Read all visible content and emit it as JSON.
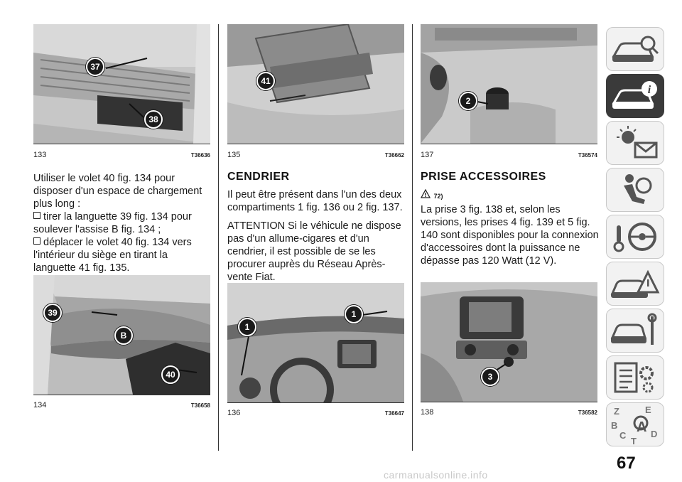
{
  "figures": [
    {
      "num": "133",
      "code": "T36636",
      "callouts": [
        "37",
        "38"
      ]
    },
    {
      "num": "134",
      "code": "T36658",
      "callouts": [
        "39",
        "B",
        "40"
      ]
    },
    {
      "num": "135",
      "code": "T36662",
      "callouts": [
        "41"
      ]
    },
    {
      "num": "136",
      "code": "T36647",
      "callouts": [
        "1",
        "1"
      ]
    },
    {
      "num": "137",
      "code": "T36574",
      "callouts": [
        "2"
      ]
    },
    {
      "num": "138",
      "code": "T36582",
      "callouts": [
        "3"
      ]
    }
  ],
  "col1": {
    "intro": "Utiliser le volet 40 fig. 134 pour disposer d'un espace de chargement plus long :",
    "bullet1": "tirer la languette 39 fig. 134 pour soulever l'assise B fig. 134 ;",
    "bullet2": "déplacer le volet 40 fig. 134 vers l'intérieur du siège en tirant la languette 41 fig. 135."
  },
  "col2": {
    "heading": "CENDRIER",
    "para1": "Il peut être présent dans l'un des deux compartiments 1 fig. 136 ou 2 fig. 137.",
    "para2": "ATTENTION Si le véhicule ne dispose pas d'un allume-cigares et d'un cendrier, il est possible de se les procurer auprès du Réseau Après-vente Fiat."
  },
  "col3": {
    "heading": "PRISE ACCESSOIRES",
    "warning_ref": "72)",
    "para1": "La prise 3 fig. 138 et, selon les versions, les prises 4 fig. 139 et 5 fig. 140 sont disponibles pour la connexion d'accessoires dont la puissance ne dépasse pas 120 Watt (12 V)."
  },
  "sidebar_tabs": [
    {
      "icon": "car-search-icon",
      "active": false
    },
    {
      "icon": "car-info-icon",
      "active": true
    },
    {
      "icon": "warning-lights-message-icon",
      "active": false
    },
    {
      "icon": "seat-airbag-icon",
      "active": false
    },
    {
      "icon": "key-steering-wheel-icon",
      "active": false
    },
    {
      "icon": "car-breakdown-icon",
      "active": false
    },
    {
      "icon": "car-maintenance-icon",
      "active": false
    },
    {
      "icon": "technical-data-icon",
      "active": false
    },
    {
      "icon": "index-letters-icon",
      "active": false
    }
  ],
  "index_letters": [
    "Z",
    "E",
    "B",
    "A",
    "C",
    "D",
    "T"
  ],
  "page_number": "67",
  "footer_watermark": "carmanualsonline.info"
}
